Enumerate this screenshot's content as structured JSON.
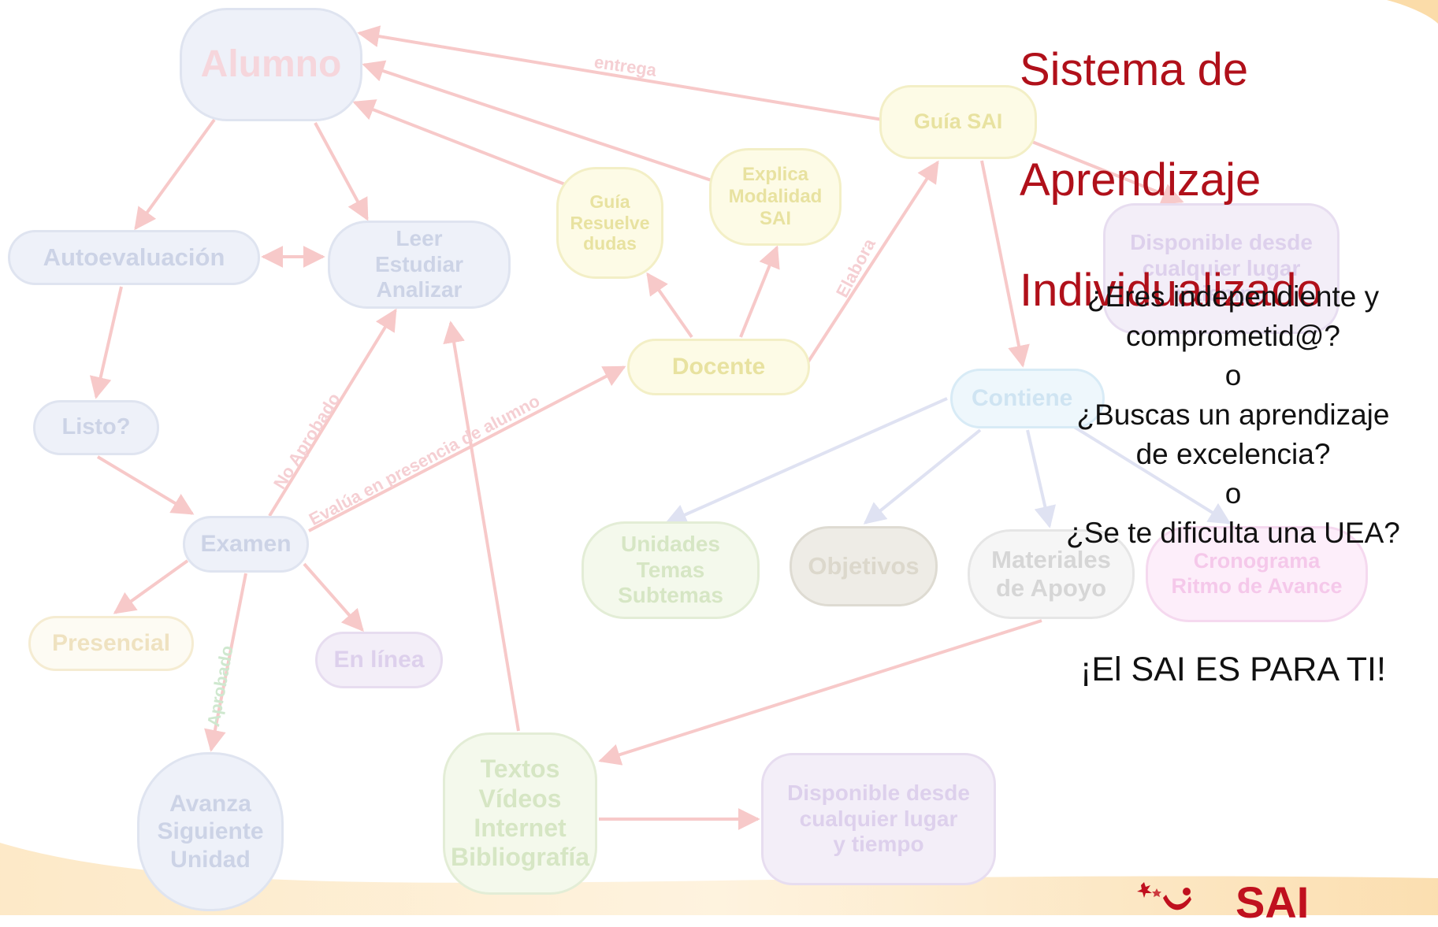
{
  "title_lines": [
    "Sistema de",
    "Aprendizaje",
    "Individualizado"
  ],
  "nodes": {
    "alumno": "Alumno",
    "autoevaluacion": "Autoevaluación",
    "leer": "Leer\nEstudiar\nAnalizar",
    "listo": "Listo?",
    "examen": "Examen",
    "presencial": "Presencial",
    "en_linea": "En línea",
    "avanza": "Avanza\nSiguiente\nUnidad",
    "textos": "Textos\nVídeos\nInternet\nBibliografía",
    "disponible_bottom": "Disponible desde\ncualquier lugar\ny tiempo",
    "guia_resuelve": "Guía\nResuelve\ndudas",
    "explica": "Explica\nModalidad\nSAI",
    "guia_sai": "Guía SAI",
    "disponible_top": "Disponible desde\ncualquier lugar\ny tiempo",
    "docente": "Docente",
    "contiene": "Contiene",
    "unidades": "Unidades\nTemas\nSubtemas",
    "objetivos": "Objetivos",
    "materiales": "Materiales\nde Apoyo",
    "cronograma": "Cronograma\nRitmo de Avance"
  },
  "edge_labels": {
    "entrega": "entrega",
    "elabora": "Elabora",
    "no_aprobado": "No Aprobado",
    "evalua": "Evalúa en presencia de alumno",
    "aprobado": "Aprobado"
  },
  "message": {
    "q1": "¿Eres independiente y",
    "q1b": "comprometid@?",
    "or1": "o",
    "q2": "¿Buscas un aprendizaje",
    "q2b": "de excelencia?",
    "or2": "o",
    "q3": "¿Se te dificulta una UEA?"
  },
  "tagline": "¡El SAI ES PARA TI!",
  "logo_text": "SAI",
  "colors": {
    "title": "#b0101a",
    "arrow": "#f7c9c9",
    "blue_fill": "#eef1f9",
    "blue_border": "#dfe4f0",
    "blue_text": "#ccd3e6",
    "yellow_fill": "#fdfbe6",
    "yellow_border": "#f3efc6",
    "yellow_text": "#e8e2a0",
    "purple_fill": "#f3eef8",
    "purple_border": "#e7ddf0",
    "purple_text": "#ddd0ec",
    "green_fill": "#f4f9ec",
    "green_border": "#e3edd6",
    "green_text": "#d6e6c4",
    "pink_fill": "#fdeefa",
    "pink_border": "#f5d9ef",
    "pink_text": "#f5c8ea",
    "gray_fill": "#f6f6f6",
    "gray_border": "#e6e6e6",
    "gray_text": "#d6d6d6",
    "olive_fill": "#eeece6",
    "olive_border": "#dedbd2",
    "olive_text": "#dcd8cc",
    "sky_fill": "#eef7fc",
    "sky_border": "#d8ebf6",
    "sky_text": "#cfe4f2"
  }
}
